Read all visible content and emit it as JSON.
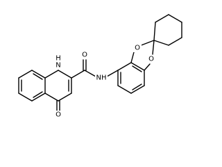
{
  "atom_labels": {
    "carbonyl_oxygen": "O",
    "ring_nh": "N",
    "ring_nh_h": "H",
    "amide_oxygen": "O",
    "amide_nh": "NH",
    "dioxole_oxygen_top": "O",
    "dioxole_oxygen_bottom": "O"
  }
}
